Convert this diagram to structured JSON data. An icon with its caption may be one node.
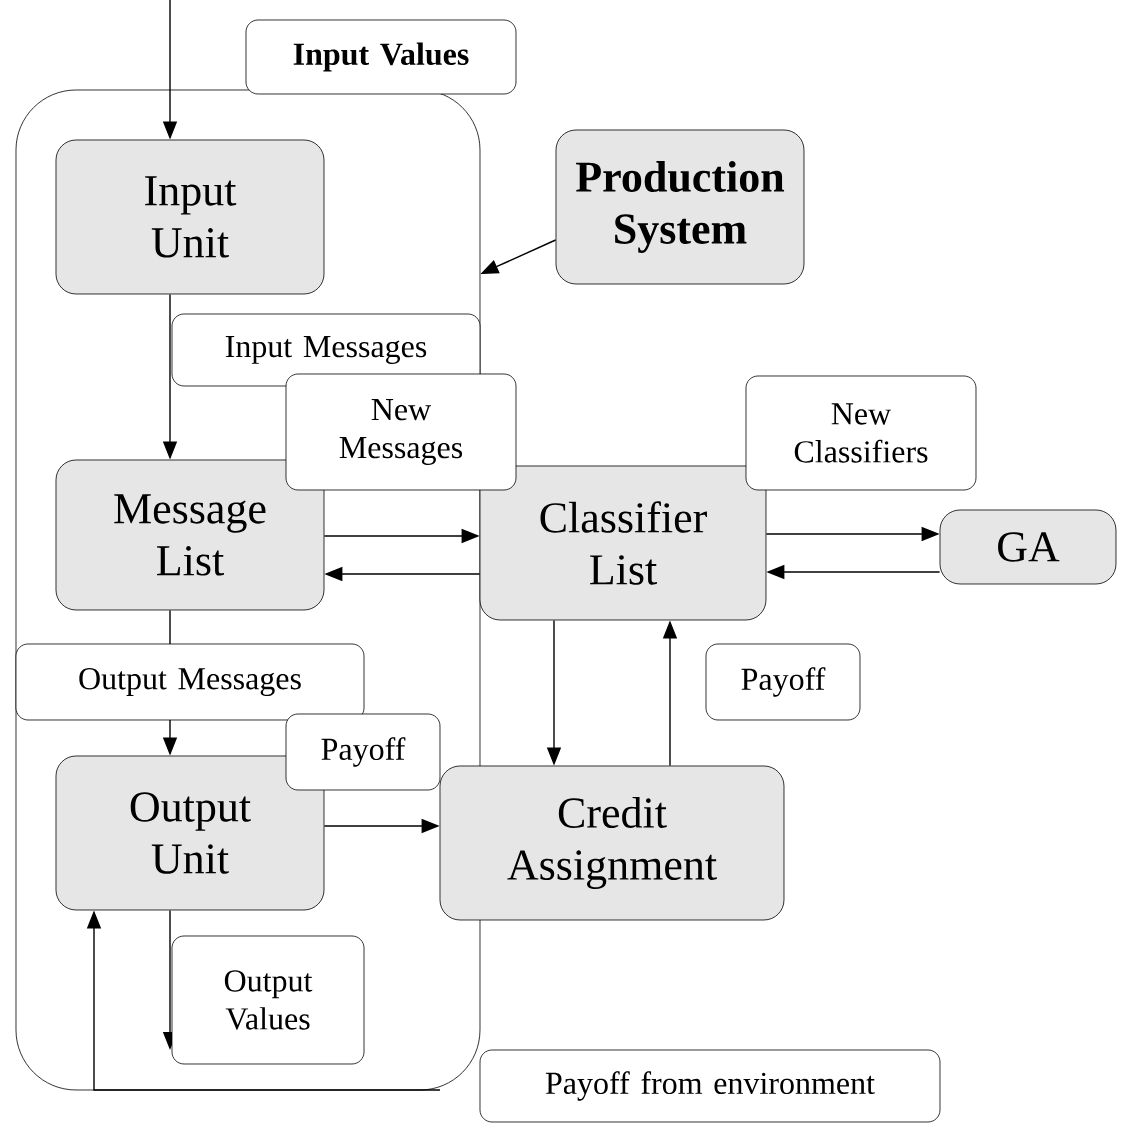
{
  "diagram": {
    "nodes": [
      {
        "text": [],
        "shape": "box"
      },
      {
        "text": [
          "Input Unit"
        ],
        "in": 0
      },
      {
        "text": [
          "Message List"
        ],
        "in": 0
      },
      {
        "text": [
          "Output Unit"
        ],
        "in": 0
      },
      {
        "text": [
          "Production System"
        ]
      },
      {
        "text": [
          "Classifier List"
        ]
      },
      {
        "text": [
          "GA"
        ]
      },
      {
        "text": [
          "Credit Assignment"
        ]
      }
    ],
    "edges": [
      {
        "from": null,
        "to": 1,
        "arrow": "to",
        "label": "Input Values"
      },
      {
        "from": 4,
        "to": 0,
        "arrow": "to"
      },
      {
        "from": 1,
        "to": 2,
        "arrow": "to",
        "label": "Input Messages"
      },
      {
        "from": 2,
        "to": 5,
        "arrow": "to",
        "label": "New Messages"
      },
      {
        "from": 5,
        "to": 2,
        "arrow": "to"
      },
      {
        "from": 5,
        "to": 6,
        "arrow": "to",
        "label": "New Classifiers"
      },
      {
        "from": 6,
        "to": 5,
        "arrow": "to"
      },
      {
        "from": 2,
        "to": 3,
        "arrow": "to",
        "label": "Output Messages"
      },
      {
        "from": 5,
        "to": 7,
        "arrow": "to"
      },
      {
        "from": 7,
        "to": 5,
        "arrow": "to",
        "label": "Payoff"
      },
      {
        "from": 3,
        "to": 7,
        "arrow": "to",
        "label": "Payoff"
      },
      {
        "from": 3,
        "to": null,
        "arrow": "to",
        "label": "Output Values"
      },
      {
        "from": null,
        "to": 3,
        "arrow": "to",
        "label": "Payoff from environment"
      }
    ]
  }
}
